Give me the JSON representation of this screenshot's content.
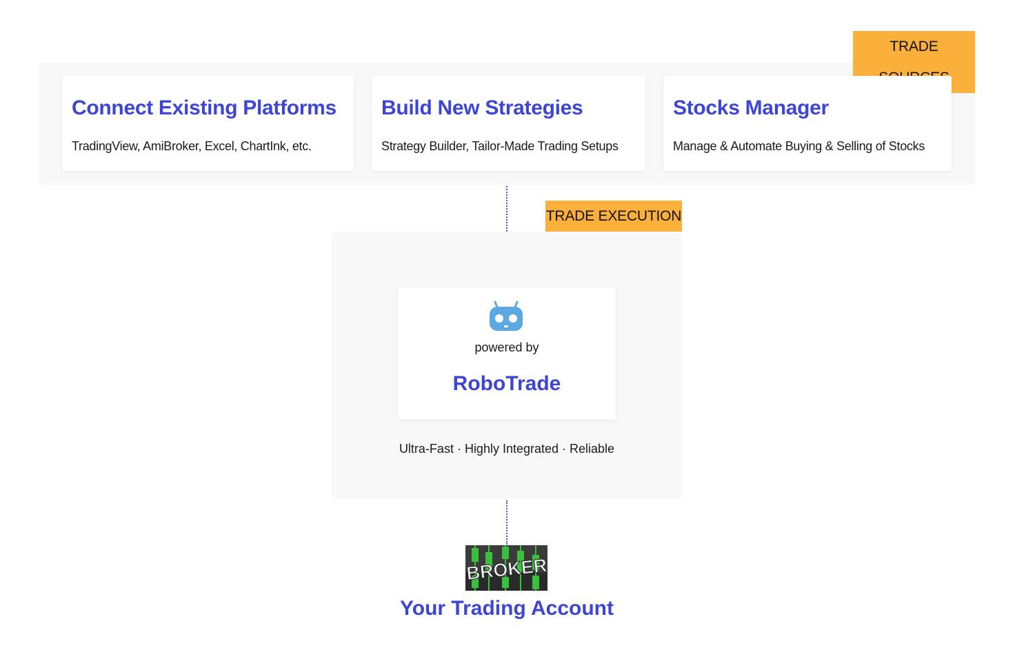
{
  "sources": {
    "badge": "TRADE SOURCES",
    "cards": [
      {
        "title": "Connect Existing Platforms",
        "desc": "TradingView, AmiBroker, Excel, ChartInk, etc."
      },
      {
        "title": "Build New Strategies",
        "desc": "Strategy Builder, Tailor-Made Trading Setups"
      },
      {
        "title": "Stocks Manager",
        "desc": "Manage & Automate Buying & Selling of Stocks"
      }
    ]
  },
  "execution": {
    "badge": "TRADE EXECUTION",
    "icon": "robot-head-icon",
    "powered_by": "powered by",
    "brand": "RoboTrade",
    "features": "Ultra-Fast · Highly Integrated · Reliable"
  },
  "account": {
    "image_text": "BROKER",
    "title": "Your Trading Account"
  },
  "colors": {
    "accent_blue": "#3c45d4",
    "badge_orange": "#fbb03b",
    "panel_gray": "#f8f8f8",
    "robot_blue": "#5aa9e0",
    "candle_green": "#3bbf3f"
  }
}
